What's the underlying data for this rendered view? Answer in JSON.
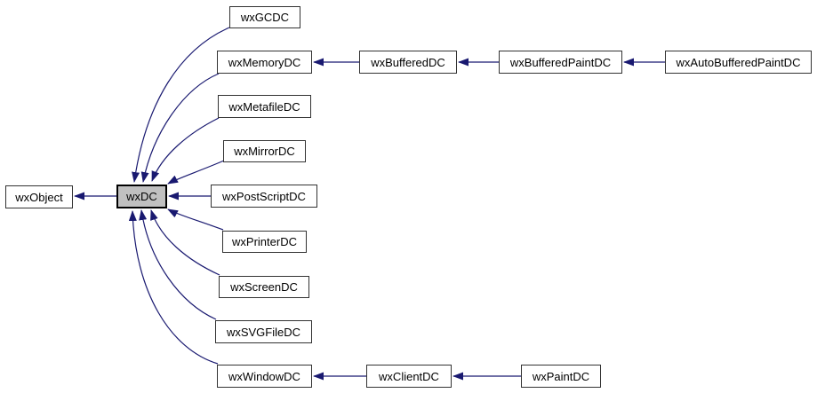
{
  "diagram": {
    "type": "class-inheritance-graph",
    "focus_class": "wxDC",
    "colors": {
      "edge": "#191970",
      "node_border": "#323232",
      "node_fill": "#ffffff",
      "focus_fill": "#c0c0c0",
      "focus_border": "#000000",
      "text": "#000000",
      "background": "#ffffff"
    },
    "nodes": [
      {
        "id": "wxObject",
        "label": "wxObject"
      },
      {
        "id": "wxDC",
        "label": "wxDC",
        "focus": true
      },
      {
        "id": "wxGCDC",
        "label": "wxGCDC"
      },
      {
        "id": "wxMemoryDC",
        "label": "wxMemoryDC"
      },
      {
        "id": "wxBufferedDC",
        "label": "wxBufferedDC"
      },
      {
        "id": "wxBufferedPaintDC",
        "label": "wxBufferedPaintDC"
      },
      {
        "id": "wxAutoBufferedPaintDC",
        "label": "wxAutoBufferedPaintDC"
      },
      {
        "id": "wxMetafileDC",
        "label": "wxMetafileDC"
      },
      {
        "id": "wxMirrorDC",
        "label": "wxMirrorDC"
      },
      {
        "id": "wxPostScriptDC",
        "label": "wxPostScriptDC"
      },
      {
        "id": "wxPrinterDC",
        "label": "wxPrinterDC"
      },
      {
        "id": "wxScreenDC",
        "label": "wxScreenDC"
      },
      {
        "id": "wxSVGFileDC",
        "label": "wxSVGFileDC"
      },
      {
        "id": "wxWindowDC",
        "label": "wxWindowDC"
      },
      {
        "id": "wxClientDC",
        "label": "wxClientDC"
      },
      {
        "id": "wxPaintDC",
        "label": "wxPaintDC"
      }
    ],
    "edges": [
      {
        "from": "wxDC",
        "to": "wxObject",
        "relation": "inherits"
      },
      {
        "from": "wxGCDC",
        "to": "wxDC",
        "relation": "inherits"
      },
      {
        "from": "wxMemoryDC",
        "to": "wxDC",
        "relation": "inherits"
      },
      {
        "from": "wxMetafileDC",
        "to": "wxDC",
        "relation": "inherits"
      },
      {
        "from": "wxMirrorDC",
        "to": "wxDC",
        "relation": "inherits"
      },
      {
        "from": "wxPostScriptDC",
        "to": "wxDC",
        "relation": "inherits"
      },
      {
        "from": "wxPrinterDC",
        "to": "wxDC",
        "relation": "inherits"
      },
      {
        "from": "wxScreenDC",
        "to": "wxDC",
        "relation": "inherits"
      },
      {
        "from": "wxSVGFileDC",
        "to": "wxDC",
        "relation": "inherits"
      },
      {
        "from": "wxWindowDC",
        "to": "wxDC",
        "relation": "inherits"
      },
      {
        "from": "wxBufferedDC",
        "to": "wxMemoryDC",
        "relation": "inherits"
      },
      {
        "from": "wxBufferedPaintDC",
        "to": "wxBufferedDC",
        "relation": "inherits"
      },
      {
        "from": "wxAutoBufferedPaintDC",
        "to": "wxBufferedPaintDC",
        "relation": "inherits"
      },
      {
        "from": "wxClientDC",
        "to": "wxWindowDC",
        "relation": "inherits"
      },
      {
        "from": "wxPaintDC",
        "to": "wxClientDC",
        "relation": "inherits"
      }
    ]
  }
}
